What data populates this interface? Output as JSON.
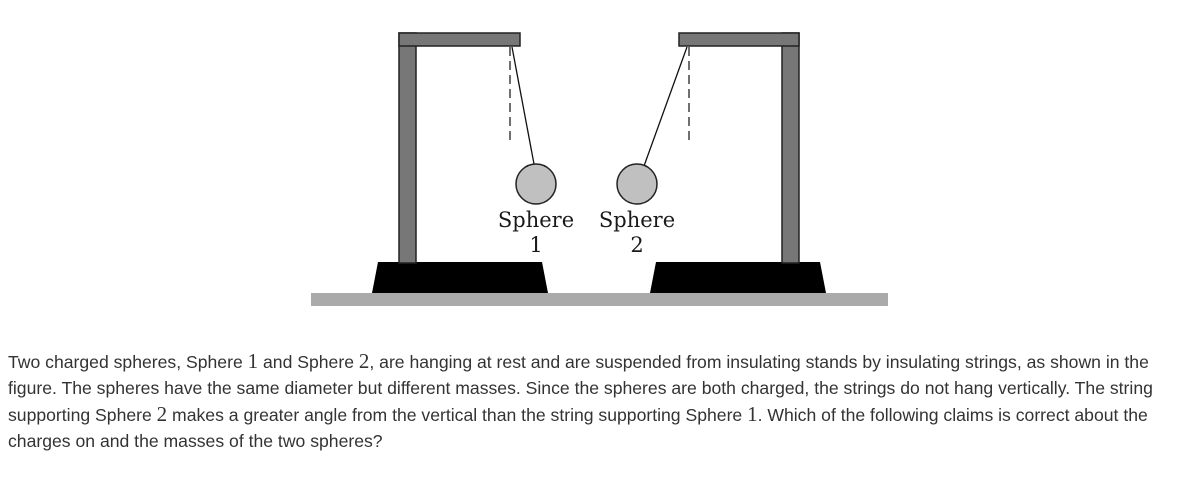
{
  "figure": {
    "sphere1_label_line1": "Sphere",
    "sphere1_label_line2": "1",
    "sphere2_label_line1": "Sphere",
    "sphere2_label_line2": "2",
    "colors": {
      "stand": "#777777",
      "stand_outline": "#222222",
      "base": "#000000",
      "floor": "#aaaaaa",
      "sphere_fill": "#c0c0c0",
      "string": "#111111"
    }
  },
  "question": {
    "t1": "Two charged spheres, Sphere ",
    "m1": "1",
    "t2": " and Sphere ",
    "m2": "2",
    "t3": ", are hanging at rest and are suspended from insulating stands by insulating strings, as shown in the figure. The spheres have the same diameter but different masses. Since the spheres are both charged, the strings do not hang vertically. The string supporting Sphere ",
    "m3": "2",
    "t4": " makes a greater angle from the vertical than the string supporting Sphere ",
    "m4": "1",
    "t5": ". Which of the following claims is correct about the charges on and the masses of the two spheres?"
  }
}
